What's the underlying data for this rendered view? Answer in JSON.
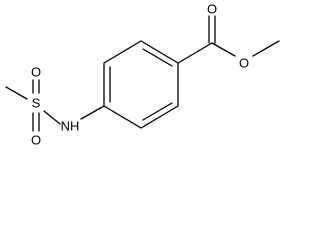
{
  "molecule": {
    "atoms": {
      "sulfur": "S",
      "oxygen_top": "O",
      "oxygen_bottom": "O",
      "nitrogen": "NH",
      "oxygen_carbonyl": "O",
      "oxygen_ester": "O"
    }
  }
}
